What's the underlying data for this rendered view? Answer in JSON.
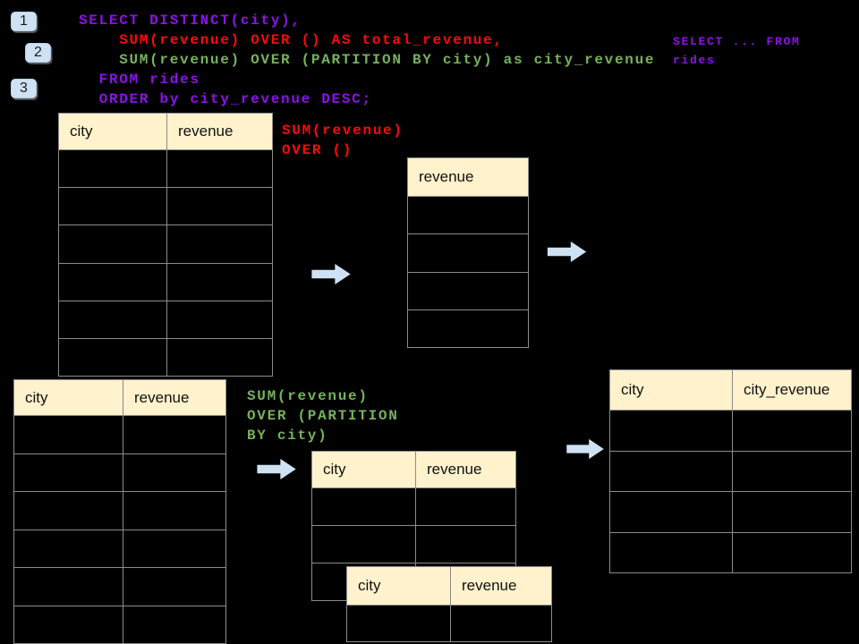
{
  "colors": {
    "background": "#000000",
    "sql_purple": "#8d12e8",
    "sql_red": "#fb0a0a",
    "sql_green": "#77b25c",
    "table_header_bg": "#fff2cc",
    "table_border": "#8c8c8c",
    "accent_blue": "#cfe2f3"
  },
  "steps": [
    {
      "label": "1"
    },
    {
      "label": "2"
    },
    {
      "label": "3"
    }
  ],
  "sql": {
    "lines": [
      {
        "text": "SELECT DISTINCT(city),",
        "color": "#8d12e8"
      },
      {
        "text": "    SUM(revenue) OVER () AS total_revenue,",
        "color": "#fb0a0a"
      },
      {
        "text": "    SUM(revenue) OVER (PARTITION BY city) as city_revenue",
        "color": "#77b25c"
      },
      {
        "text": "  FROM rides",
        "color": "#8d12e8"
      },
      {
        "text": "  ORDER by city_revenue DESC;",
        "color": "#8d12e8"
      }
    ]
  },
  "annotations": {
    "snippet_from_rides": {
      "lines": [
        "SELECT ... FROM",
        "rides"
      ],
      "color": "#8d12e8"
    },
    "label_sum_over_all": {
      "lines": [
        "SUM(revenue)",
        "OVER ()"
      ],
      "color": "#fb0a0a"
    },
    "label_sum_partition": {
      "lines": [
        "SUM(revenue)",
        "OVER (PARTITION",
        "BY city)"
      ],
      "color": "#77b25c"
    }
  },
  "tables": {
    "rides_all": {
      "headers": [
        "city",
        "revenue"
      ],
      "row_count": 6
    },
    "total_revenue": {
      "headers": [
        "revenue"
      ],
      "row_count": 4
    },
    "rides_partition": {
      "headers": [
        "city",
        "revenue"
      ],
      "row_count": 6
    },
    "partition_back": {
      "headers": [
        "city",
        "revenue"
      ],
      "row_count": 3
    },
    "partition_front": {
      "headers": [
        "city",
        "revenue"
      ],
      "row_count": 1
    },
    "result": {
      "headers": [
        "city",
        "city_revenue"
      ],
      "row_count": 4
    }
  },
  "icons": {
    "arrow_right": "right-pointing block arrow"
  }
}
